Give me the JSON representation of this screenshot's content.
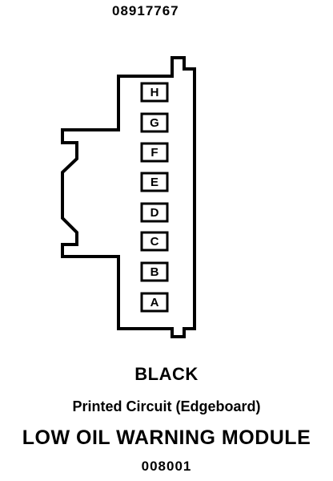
{
  "diagram": {
    "top_code": "08917767",
    "color_label": "BLACK",
    "connector_type": "Printed Circuit (Edgeboard)",
    "module_name": "LOW OIL WARNING MODULE",
    "bottom_code": "008001",
    "pins": [
      "H",
      "G",
      "F",
      "E",
      "D",
      "C",
      "B",
      "A"
    ],
    "line_color": "#000000",
    "background_color": "#ffffff"
  }
}
